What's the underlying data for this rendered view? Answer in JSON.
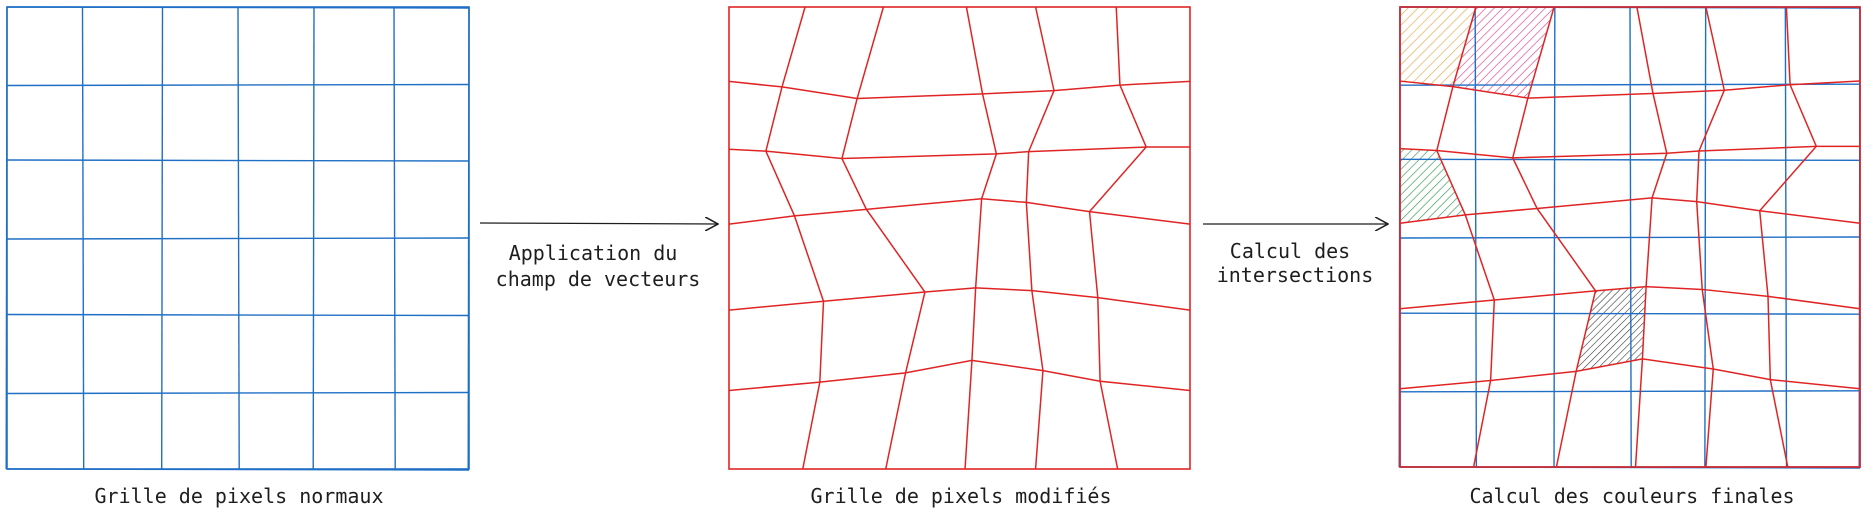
{
  "colors": {
    "original_grid": "#1f6fc5",
    "modified_grid": "#e02424",
    "arrow": "#1e1e1e",
    "hatch_orange": "#e8a64a",
    "hatch_pink": "#d9438c",
    "hatch_green": "#3a9b5c",
    "hatch_dark": "#3a3a3a"
  },
  "panels": {
    "original": {
      "caption": "Grille de pixels normaux"
    },
    "modified": {
      "caption": "Grille de pixels modifiés"
    },
    "final": {
      "caption": "Calcul des couleurs finales"
    }
  },
  "arrows": [
    {
      "label_line1": "Application du",
      "label_line2": "champ de vecteurs"
    },
    {
      "label_line1": "Calcul des",
      "label_line2": "intersections"
    }
  ]
}
